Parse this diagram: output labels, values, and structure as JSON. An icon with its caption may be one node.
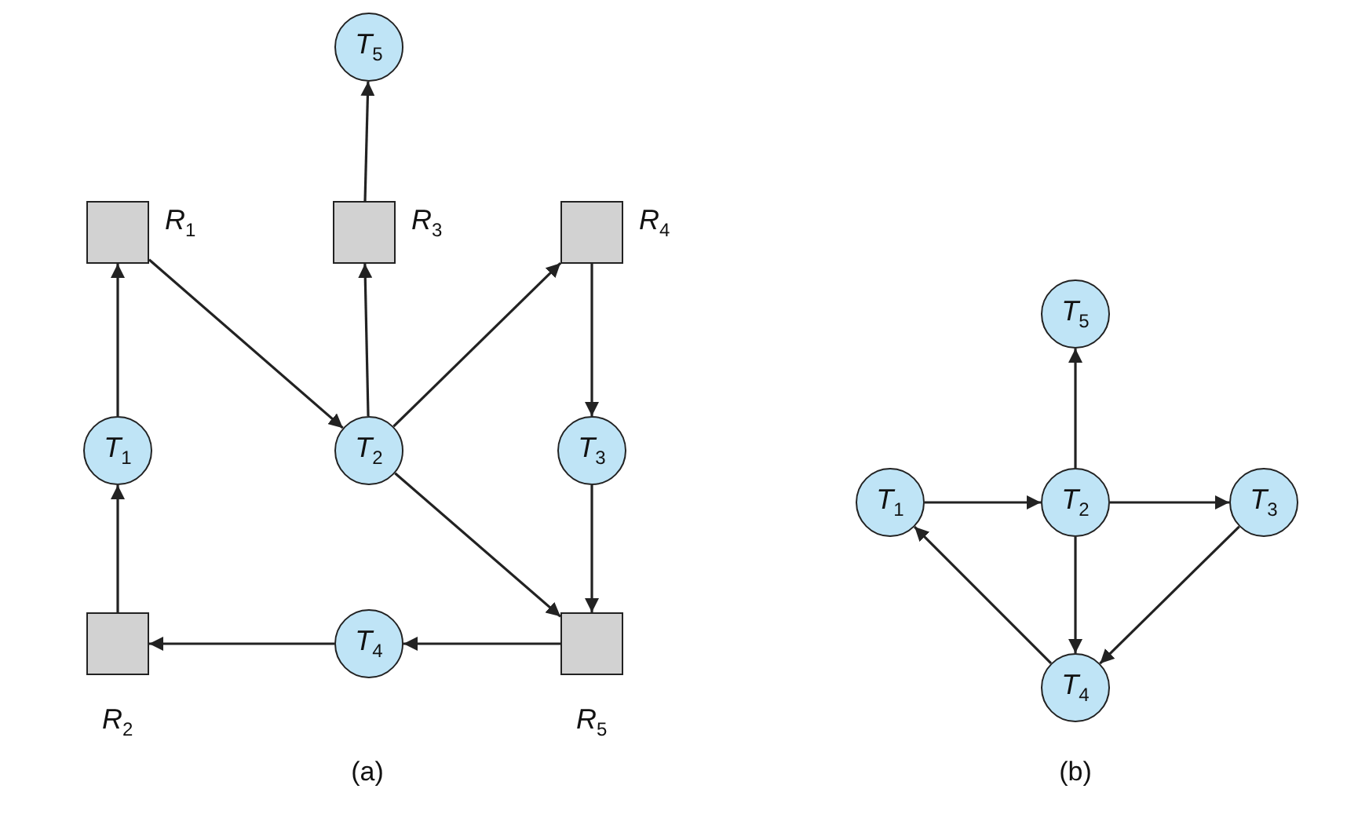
{
  "diagram": {
    "nodes": [
      {
        "text": [
          "T$_{5}$"
        ]
      },
      {
        "text": [],
        "shape": "box",
        "beside": [
          "R$_{1}$"
        ]
      },
      {
        "text": [],
        "shape": "box",
        "beside": [
          "R$_{3}$"
        ]
      },
      {
        "text": [],
        "shape": "box",
        "beside": [
          "R$_{4}$"
        ]
      },
      {
        "text": [
          "T$_{1}$"
        ]
      },
      {
        "text": [
          "T$_{2}$"
        ]
      },
      {
        "text": [
          "T$_{3}$"
        ]
      },
      {
        "text": [],
        "shape": "box",
        "beside": [
          "R$_{2}$"
        ]
      },
      {
        "text": [
          "T$_{4}$"
        ]
      },
      {
        "text": [],
        "shape": "box",
        "beside": [
          "R$_{5}$"
        ]
      },
      {
        "text": [
          "T$_{5}$"
        ]
      },
      {
        "text": [
          "T$_{1}$"
        ]
      },
      {
        "text": [
          "T$_{2}$"
        ]
      },
      {
        "text": [
          "T$_{3}$"
        ]
      },
      {
        "text": [
          "T$_{4}$"
        ]
      }
    ],
    "edges": [
      {
        "from": 1,
        "to": 5,
        "arrow": "to"
      },
      {
        "from": 5,
        "to": 2,
        "arrow": "to"
      },
      {
        "from": 2,
        "to": 0,
        "arrow": "to"
      },
      {
        "from": 5,
        "to": 3,
        "arrow": "to"
      },
      {
        "from": 3,
        "to": 6,
        "arrow": "to"
      },
      {
        "from": 6,
        "to": 9,
        "arrow": "to"
      },
      {
        "from": 5,
        "to": 9,
        "arrow": "to"
      },
      {
        "from": 9,
        "to": 8,
        "arrow": "to"
      },
      {
        "from": 8,
        "to": 7,
        "arrow": "to"
      },
      {
        "from": 7,
        "to": 4,
        "arrow": "to"
      },
      {
        "from": 4,
        "to": 1,
        "arrow": "to"
      },
      {
        "from": 11,
        "to": 12,
        "arrow": "to"
      },
      {
        "from": 12,
        "to": 10,
        "arrow": "to"
      },
      {
        "from": 12,
        "to": 13,
        "arrow": "to"
      },
      {
        "from": 12,
        "to": 14,
        "arrow": "to"
      },
      {
        "from": 13,
        "to": 14,
        "arrow": "to"
      },
      {
        "from": 14,
        "to": 11,
        "arrow": "to"
      }
    ],
    "labels": [
      "(a)",
      "(b)"
    ]
  }
}
